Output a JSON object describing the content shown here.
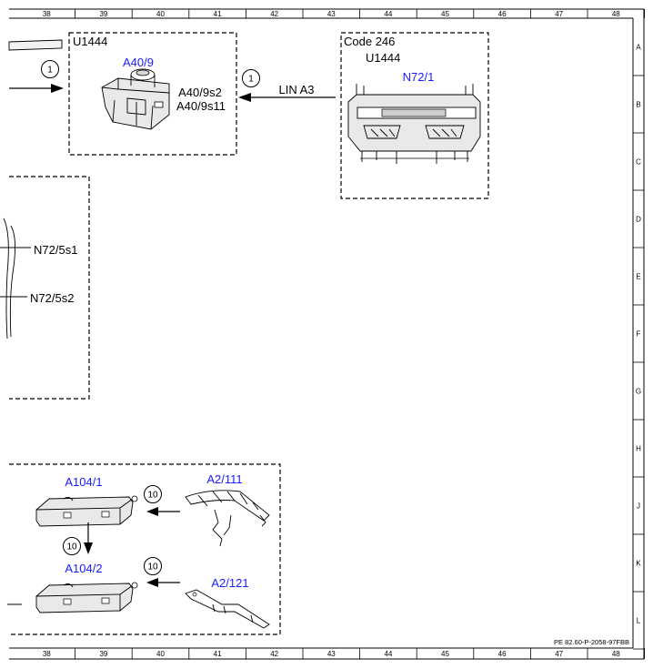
{
  "grid": {
    "columns": [
      "38",
      "39",
      "40",
      "41",
      "42",
      "43",
      "44",
      "45",
      "46",
      "47",
      "48"
    ],
    "rows": [
      "A",
      "B",
      "C",
      "D",
      "E",
      "F",
      "G",
      "H",
      "J",
      "K",
      "L"
    ]
  },
  "box_a40": {
    "code": "U1444",
    "component": "A40/9",
    "switch_1": "A40/9s2",
    "switch_2": "A40/9s11",
    "marker": "1"
  },
  "box_n72": {
    "code_line": "Code 246",
    "code": "U1444",
    "component": "N72/1"
  },
  "connection": {
    "lin_label": "LIN A3",
    "marker": "1"
  },
  "left_marker": "1",
  "box_n72_5": {
    "switch_1": "N72/5s1",
    "switch_2": "N72/5s2"
  },
  "box_antenna": {
    "amp_1": "A104/1",
    "amp_2": "A104/2",
    "ant_1": "A2/111",
    "ant_2": "A2/121",
    "marker_1": "10",
    "marker_2": "10",
    "marker_3": "10"
  },
  "footer_ref": "PE 82.60-P-2058-97FBB",
  "colors": {
    "designation": "#1a1aff",
    "line": "#000000"
  }
}
